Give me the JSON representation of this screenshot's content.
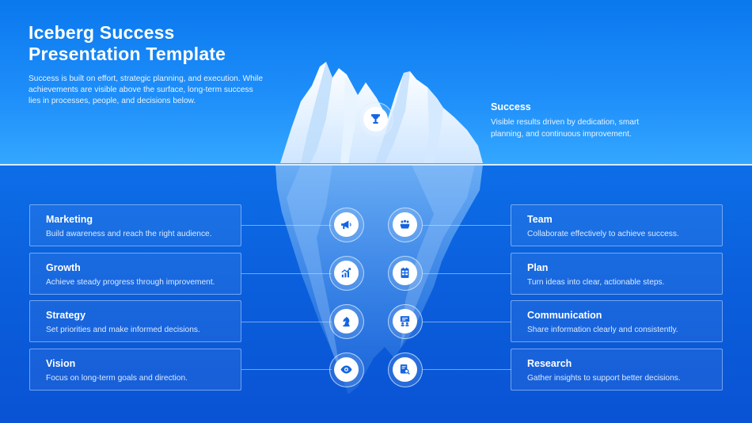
{
  "header": {
    "title_line1": "Iceberg Success",
    "title_line2": "Presentation Template",
    "subtitle": "Success is built on effort, strategic planning, and execution. While achievements are visible above the surface, long-term success lies in processes, people, and decisions below."
  },
  "success": {
    "title": "Success",
    "description": "Visible results driven by dedication, smart planning, and continuous improvement.",
    "icon": "trophy-icon"
  },
  "left_items": [
    {
      "title": "Marketing",
      "description": "Build awareness and reach the right audience.",
      "icon": "megaphone-icon"
    },
    {
      "title": "Growth",
      "description": "Achieve steady progress through improvement.",
      "icon": "growth-chart-icon"
    },
    {
      "title": "Strategy",
      "description": "Set priorities and make informed decisions.",
      "icon": "chess-knight-icon"
    },
    {
      "title": "Vision",
      "description": "Focus on long-term goals and direction.",
      "icon": "eye-icon"
    }
  ],
  "right_items": [
    {
      "title": "Team",
      "description": "Collaborate effectively to achieve success.",
      "icon": "team-icon"
    },
    {
      "title": "Plan",
      "description": "Turn ideas into clear, actionable steps.",
      "icon": "planner-icon"
    },
    {
      "title": "Communication",
      "description": "Share information clearly and consistently.",
      "icon": "presentation-icon"
    },
    {
      "title": "Research",
      "description": "Gather insights to support better decisions.",
      "icon": "research-icon"
    }
  ],
  "colors": {
    "sky": "#1f8ffa",
    "sea": "#0b5fdc",
    "ice": "#ffffff",
    "icon": "#1565e0"
  }
}
